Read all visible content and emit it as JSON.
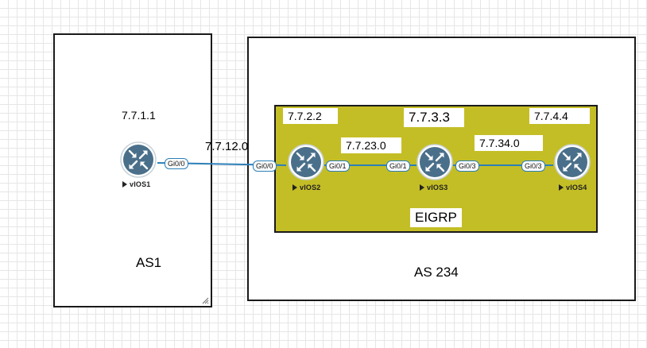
{
  "areas": {
    "as1": {
      "label": "AS1"
    },
    "as234": {
      "label": "AS 234"
    },
    "eigrp": {
      "label": "EIGRP"
    }
  },
  "routers": [
    {
      "id": "vios1",
      "name": "vIOS1",
      "address": "7.7.1.1"
    },
    {
      "id": "vios2",
      "name": "vIOS2",
      "address": "7.7.2.2"
    },
    {
      "id": "vios3",
      "name": "vIOS3",
      "address": "7.7.3.3"
    },
    {
      "id": "vios4",
      "name": "vIOS4",
      "address": "7.7.4.4"
    }
  ],
  "links": [
    {
      "network": "7.7.12.0",
      "a_iface": "Gi0/0",
      "b_iface": "Gi0/0"
    },
    {
      "network": "7.7.23.0",
      "a_iface": "Gi0/1",
      "b_iface": "Gi0/1"
    },
    {
      "network": "7.7.34.0",
      "a_iface": "Gi0/3",
      "b_iface": "Gi0/3"
    }
  ],
  "colors": {
    "eigrp_fill": "#c4be26",
    "router_fill": "#4a6f8a",
    "link": "#2c7fb8"
  },
  "icons": {
    "router": "router-icon",
    "node_state": "play-triangle-icon",
    "resize": "resize-grip-icon"
  }
}
